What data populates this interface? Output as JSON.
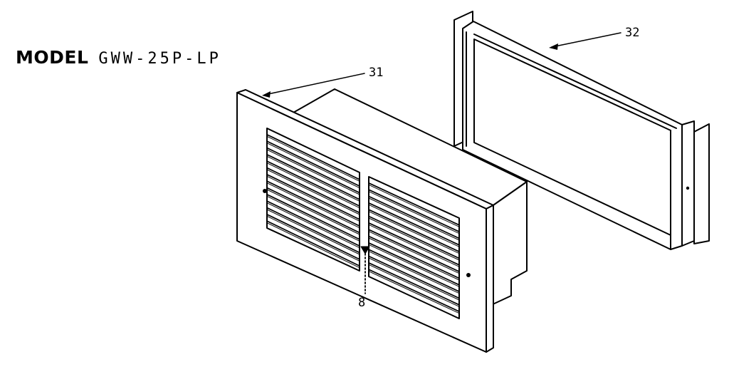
{
  "title": {
    "model_word": "MODEL",
    "model_number": "GWW-25P-LP"
  },
  "callouts": {
    "grille": "31",
    "sleeve": "32",
    "screw": "8"
  }
}
